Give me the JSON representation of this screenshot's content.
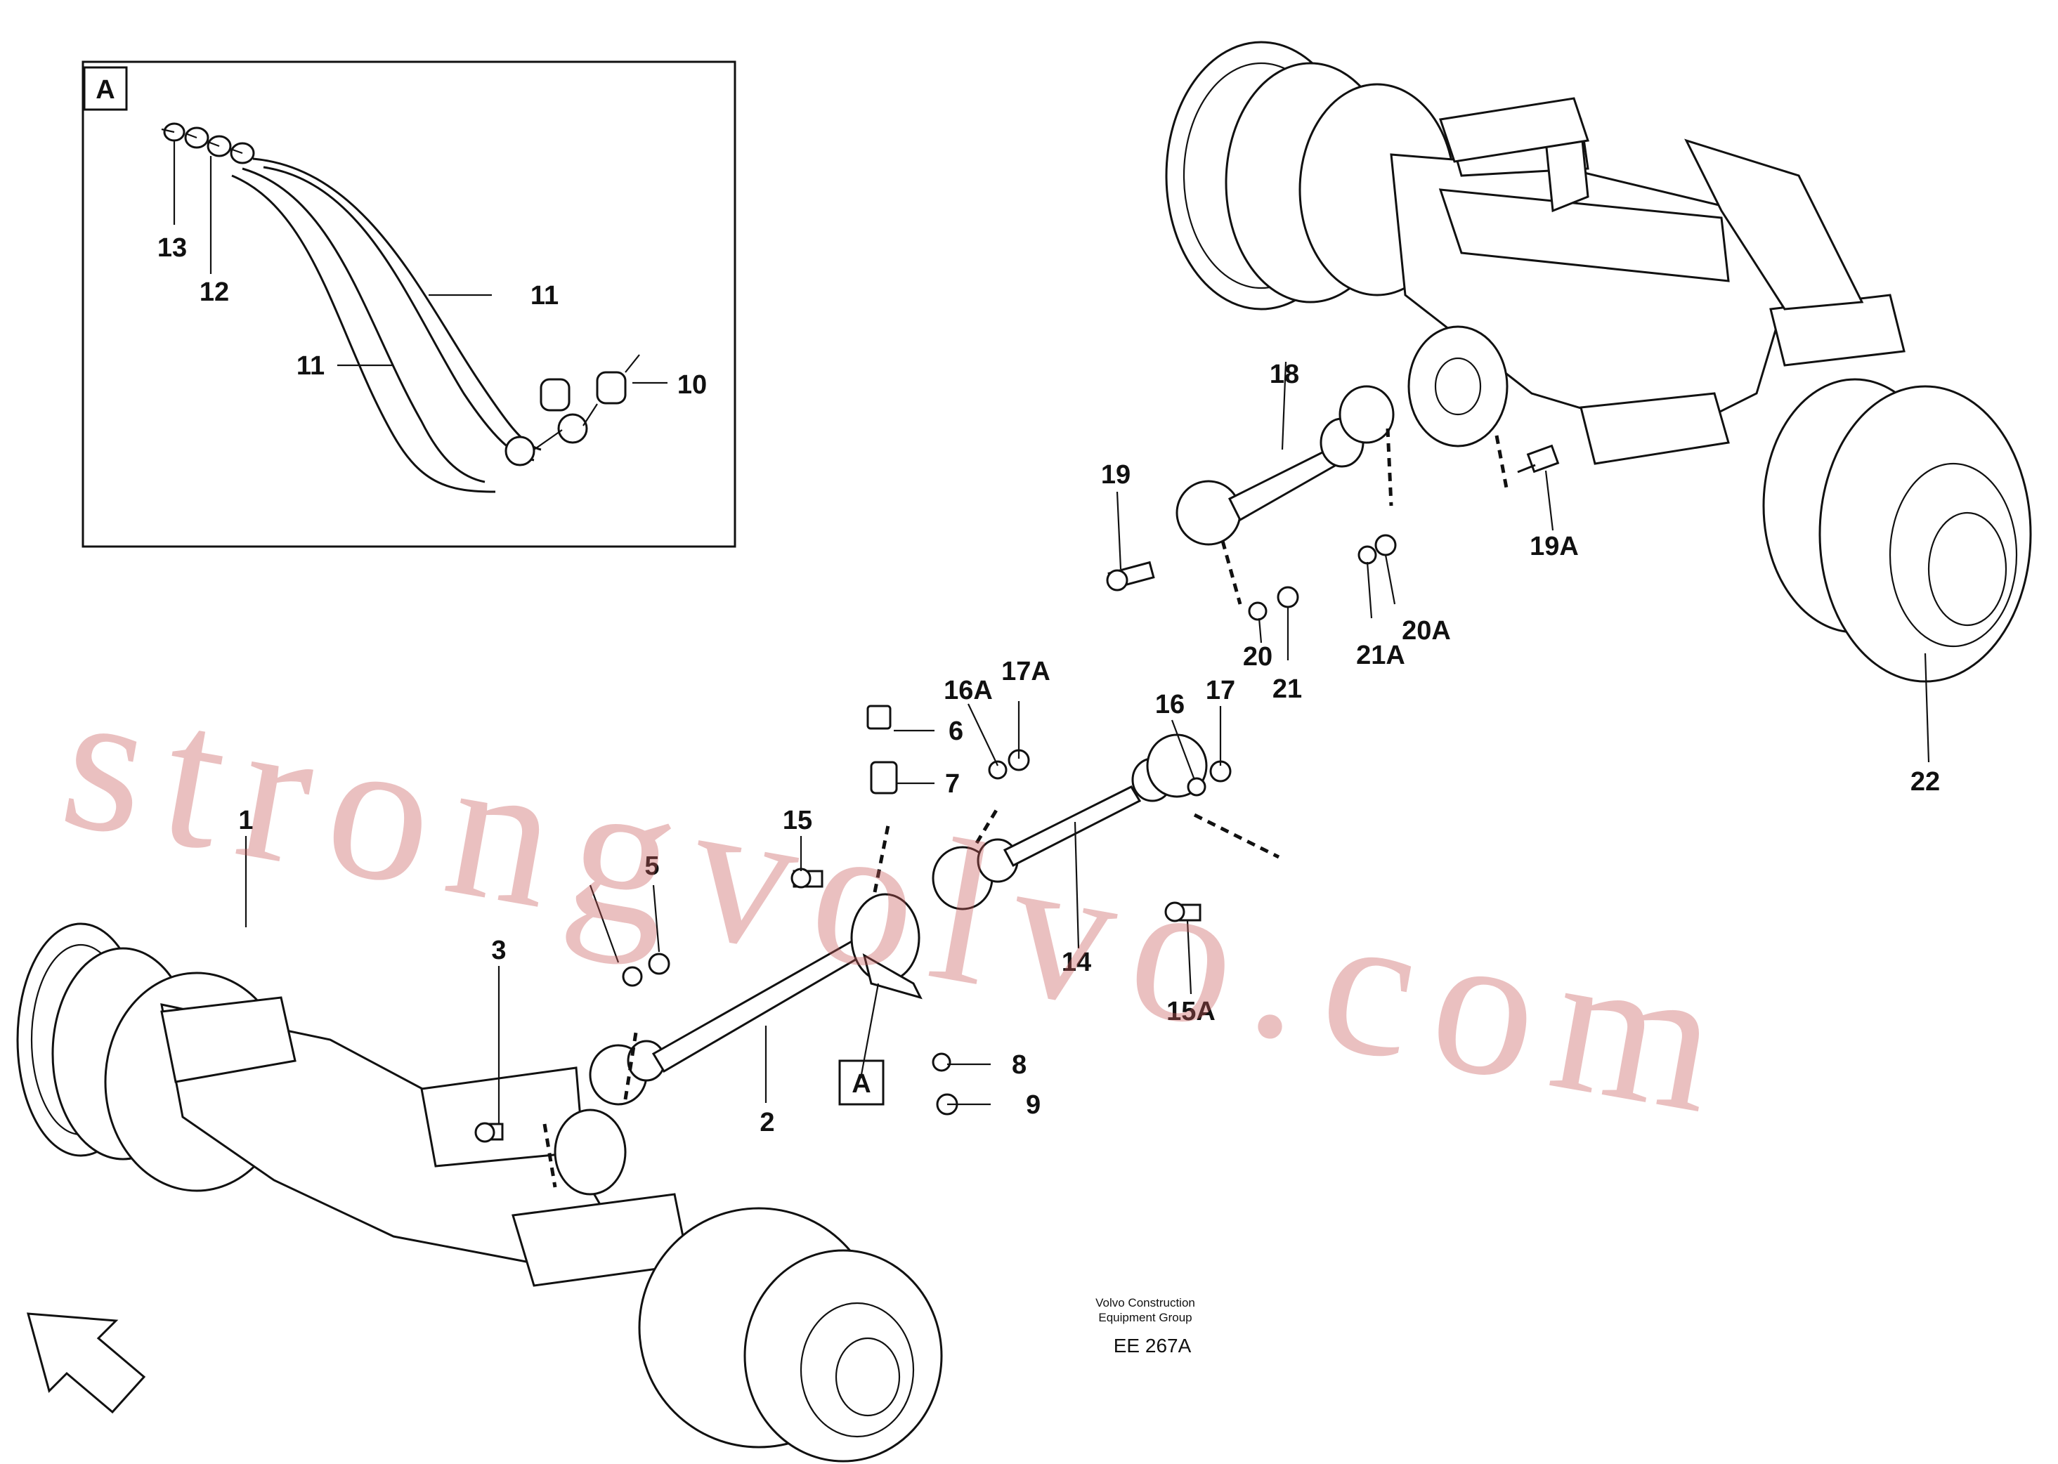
{
  "detail_box": {
    "tag": "A"
  },
  "detail_labels": {
    "l13": "13",
    "l12": "12",
    "l11a": "11",
    "l11b": "11",
    "l10": "10"
  },
  "labels": {
    "l1": "1",
    "l2": "2",
    "l3": "3",
    "l5": "5",
    "l6": "6",
    "l7": "7",
    "l8": "8",
    "l9": "9",
    "l14": "14",
    "l15": "15",
    "l15A": "15A",
    "l16": "16",
    "l16A": "16A",
    "l17": "17",
    "l17A": "17A",
    "l18": "18",
    "l19": "19",
    "l19A": "19A",
    "l20": "20",
    "l20A": "20A",
    "l21": "21",
    "l21A": "21A",
    "l22": "22"
  },
  "bearing_tag": "A",
  "footer": {
    "company_line1": "Volvo Construction",
    "company_line2": "Equipment Group",
    "ref": "EE 267A"
  },
  "watermark": "strongvolvo.com",
  "colors": {
    "ink": "#111111",
    "watermark": "#c85a5a"
  },
  "icons": {
    "direction": "arrow-left-down-icon"
  }
}
